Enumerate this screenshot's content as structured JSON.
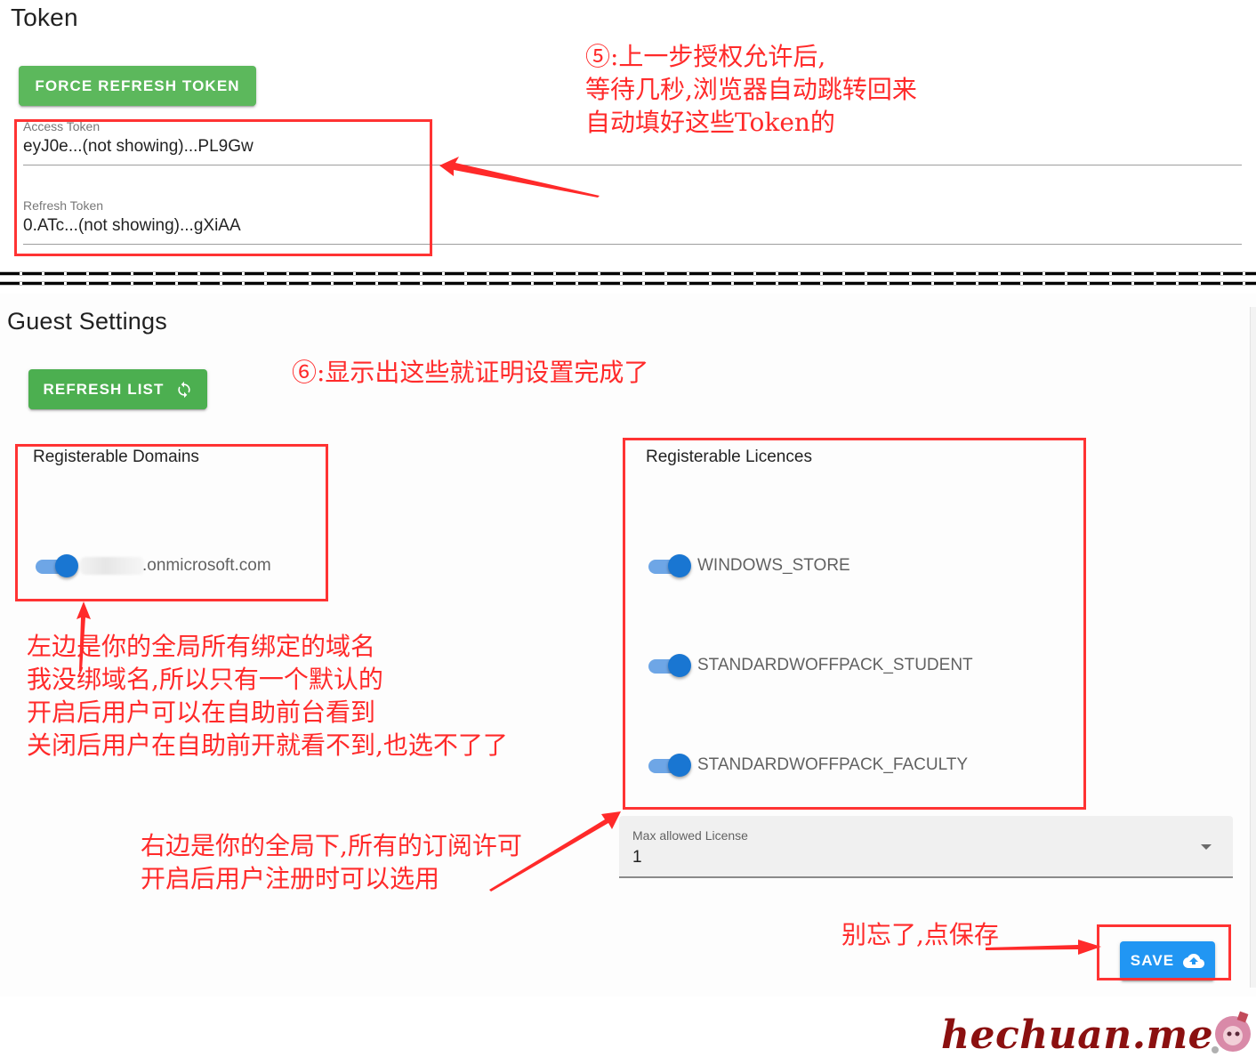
{
  "token_section": {
    "title": "Token",
    "force_refresh_button": "FORCE REFRESH TOKEN",
    "access_token": {
      "label": "Access Token",
      "value": "eyJ0e...(not showing)...PL9Gw"
    },
    "refresh_token": {
      "label": "Refresh Token",
      "value": "0.ATc...(not showing)...gXiAA"
    }
  },
  "guest_settings": {
    "title": "Guest Settings",
    "refresh_list_button": "REFRESH LIST",
    "refresh_icon": "refresh-icon",
    "domains": {
      "title": "Registerable Domains",
      "items": [
        {
          "label": ".onmicrosoft.com",
          "enabled": true,
          "prefix_blurred": true
        }
      ]
    },
    "licences": {
      "title": "Registerable Licences",
      "items": [
        {
          "label": "WINDOWS_STORE",
          "enabled": true
        },
        {
          "label": "STANDARDWOFFPACK_STUDENT",
          "enabled": true
        },
        {
          "label": "STANDARDWOFFPACK_FACULTY",
          "enabled": true
        }
      ]
    },
    "max_license": {
      "label": "Max allowed License",
      "value": "1"
    },
    "save_button": "SAVE",
    "save_icon": "cloud-upload-icon"
  },
  "annotations": {
    "step5": [
      "⑤:上一步授权允许后,",
      "等待几秒,浏览器自动跳转回来",
      "自动填好这些Token的"
    ],
    "step6": "⑥:显示出这些就证明设置完成了",
    "left_note": [
      "左边是你的全局所有绑定的域名",
      "我没绑域名,所以只有一个默认的",
      "开启后用户可以在自助前台看到",
      "关闭后用户在自助前开就看不到,也选不了了"
    ],
    "right_note": [
      "右边是你的全局下,所有的订阅许可",
      "开启后用户注册时可以选用"
    ],
    "save_note": "别忘了,点保存"
  },
  "watermark": "hechuan.me",
  "colors": {
    "annotation_red": "#ff2a2a",
    "green_button": "#5cb85c",
    "blue_button": "#2196f3",
    "switch_thumb": "#1976d2",
    "switch_track": "#6ea6e6",
    "watermark": "#8b1010"
  }
}
